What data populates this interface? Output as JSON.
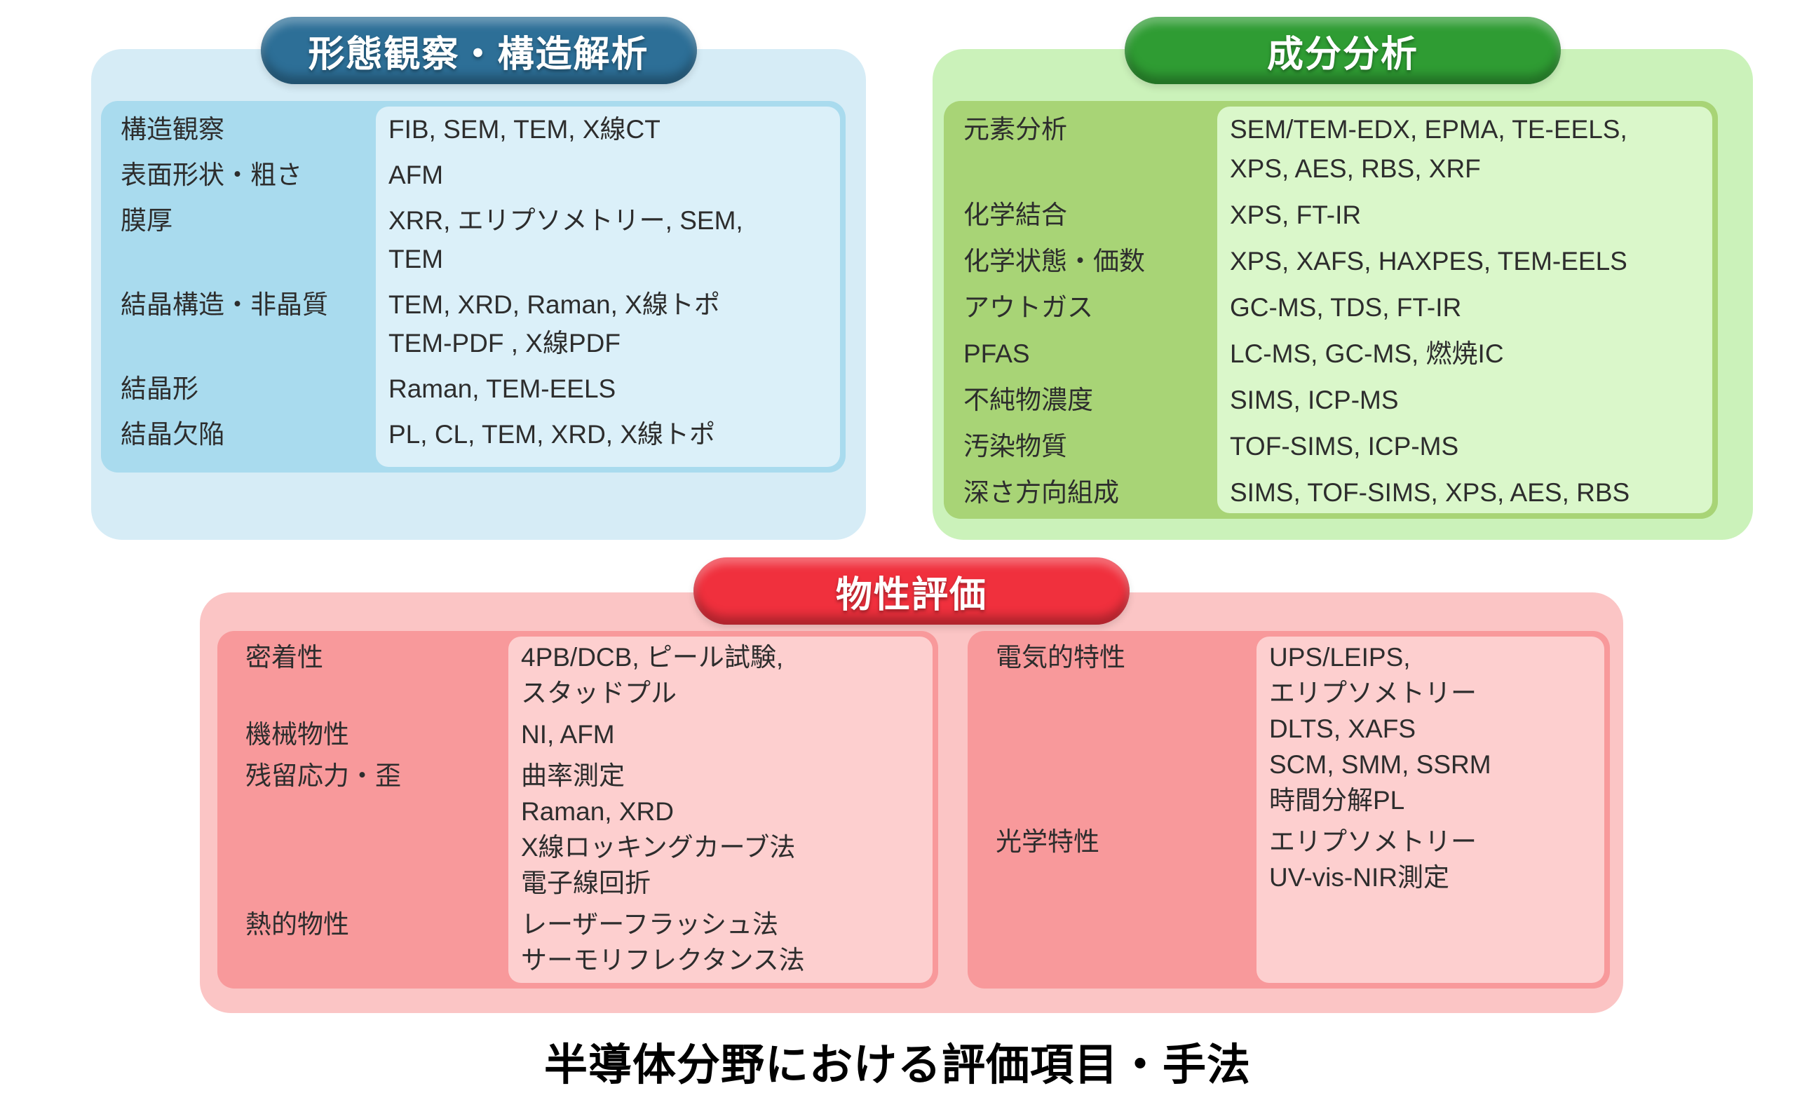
{
  "caption": "半導体分野における評価項目・手法",
  "panels": [
    {
      "id": "morphology-structural-analysis",
      "title": "形態観察・構造解析",
      "colors": {
        "pill": "#2d6f97",
        "panel": "#d6ecf6",
        "label_col": "#a9dbee",
        "value_col": "#dbf0f9"
      },
      "rows": [
        {
          "label": "構造観察",
          "lines": [
            "FIB, SEM, TEM, X線CT"
          ]
        },
        {
          "label": "表面形状・粗さ",
          "lines": [
            "AFM"
          ]
        },
        {
          "label": "膜厚",
          "lines": [
            "XRR, エリプソメトリー, SEM,",
            "TEM"
          ]
        },
        {
          "label": "結晶構造・非晶質",
          "lines": [
            "TEM, XRD, Raman, X線トポ",
            "TEM-PDF , X線PDF"
          ]
        },
        {
          "label": "結晶形",
          "lines": [
            "Raman, TEM-EELS"
          ]
        },
        {
          "label": "結晶欠陥",
          "lines": [
            "PL, CL, TEM, XRD, X線トポ"
          ]
        }
      ]
    },
    {
      "id": "component-analysis",
      "title": "成分分析",
      "colors": {
        "pill": "#2f9c33",
        "panel": "#cbf2ba",
        "label_col": "#a8d476",
        "value_col": "#daf7ca"
      },
      "rows": [
        {
          "label": "元素分析",
          "lines": [
            "SEM/TEM-EDX, EPMA, TE-EELS,",
            "XPS, AES, RBS, XRF"
          ]
        },
        {
          "label": "化学結合",
          "lines": [
            "XPS, FT-IR"
          ]
        },
        {
          "label": "化学状態・価数",
          "lines": [
            "XPS, XAFS, HAXPES, TEM-EELS"
          ]
        },
        {
          "label": "アウトガス",
          "lines": [
            "GC-MS, TDS, FT-IR"
          ]
        },
        {
          "label": "PFAS",
          "lines": [
            "LC-MS, GC-MS, 燃焼IC"
          ]
        },
        {
          "label": "不純物濃度",
          "lines": [
            "SIMS, ICP-MS"
          ]
        },
        {
          "label": "汚染物質",
          "lines": [
            "TOF-SIMS, ICP-MS"
          ]
        },
        {
          "label": "深さ方向組成",
          "lines": [
            "SIMS, TOF-SIMS, XPS, AES, RBS"
          ]
        }
      ]
    },
    {
      "id": "physical-property-evaluation",
      "title": "物性評価",
      "colors": {
        "pill": "#f0303d",
        "panel": "#fbc5c5",
        "label_col": "#f8999b",
        "value_col": "#fdcfcf"
      },
      "left_rows": [
        {
          "label": "密着性",
          "lines": [
            "4PB/DCB, ピール試験,",
            "スタッドプル"
          ]
        },
        {
          "label": "機械物性",
          "lines": [
            "NI, AFM"
          ]
        },
        {
          "label": "残留応力・歪",
          "lines": [
            "曲率測定",
            "Raman, XRD",
            "X線ロッキングカーブ法",
            "電子線回折"
          ]
        },
        {
          "label": "熱的物性",
          "lines": [
            "レーザーフラッシュ法",
            "サーモリフレクタンス法"
          ]
        }
      ],
      "right_rows": [
        {
          "label": "電気的特性",
          "lines": [
            "UPS/LEIPS,",
            "エリプソメトリー",
            "DLTS, XAFS",
            "SCM, SMM, SSRM",
            "時間分解PL"
          ]
        },
        {
          "label": "光学特性",
          "lines": [
            "エリプソメトリー",
            "UV-vis-NIR測定"
          ]
        }
      ]
    }
  ]
}
